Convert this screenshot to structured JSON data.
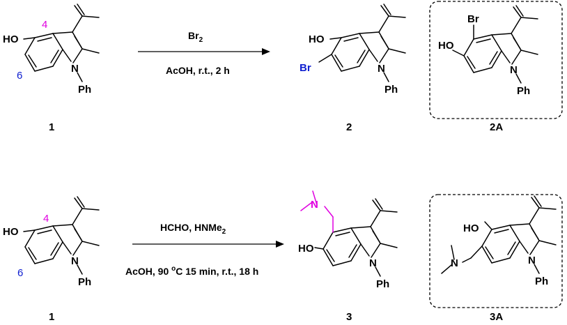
{
  "reaction1": {
    "reagent_top": "Br",
    "reagent_top_sub": "2",
    "conditions": "AcOH, r.t., 2 h"
  },
  "reaction2": {
    "reagent_top_a": "HCHO, HNMe",
    "reagent_top_sub": "2",
    "conditions_a": "AcOH, 90 ",
    "conditions_sup": "o",
    "conditions_b": "C 15 min, r.t., 18 h"
  },
  "labels": {
    "c1a": "1",
    "c2": "2",
    "c2A": "2A",
    "c1b": "1",
    "c3": "3",
    "c3A": "3A"
  },
  "atoms": {
    "oh": "HO",
    "n": "N",
    "ph": "Ph",
    "br": "Br",
    "o": "O",
    "nme": "N"
  },
  "positions": {
    "p4": "4",
    "p6": "6"
  },
  "colors": {
    "magenta": "#e000e0",
    "blue": "#1020d0"
  }
}
